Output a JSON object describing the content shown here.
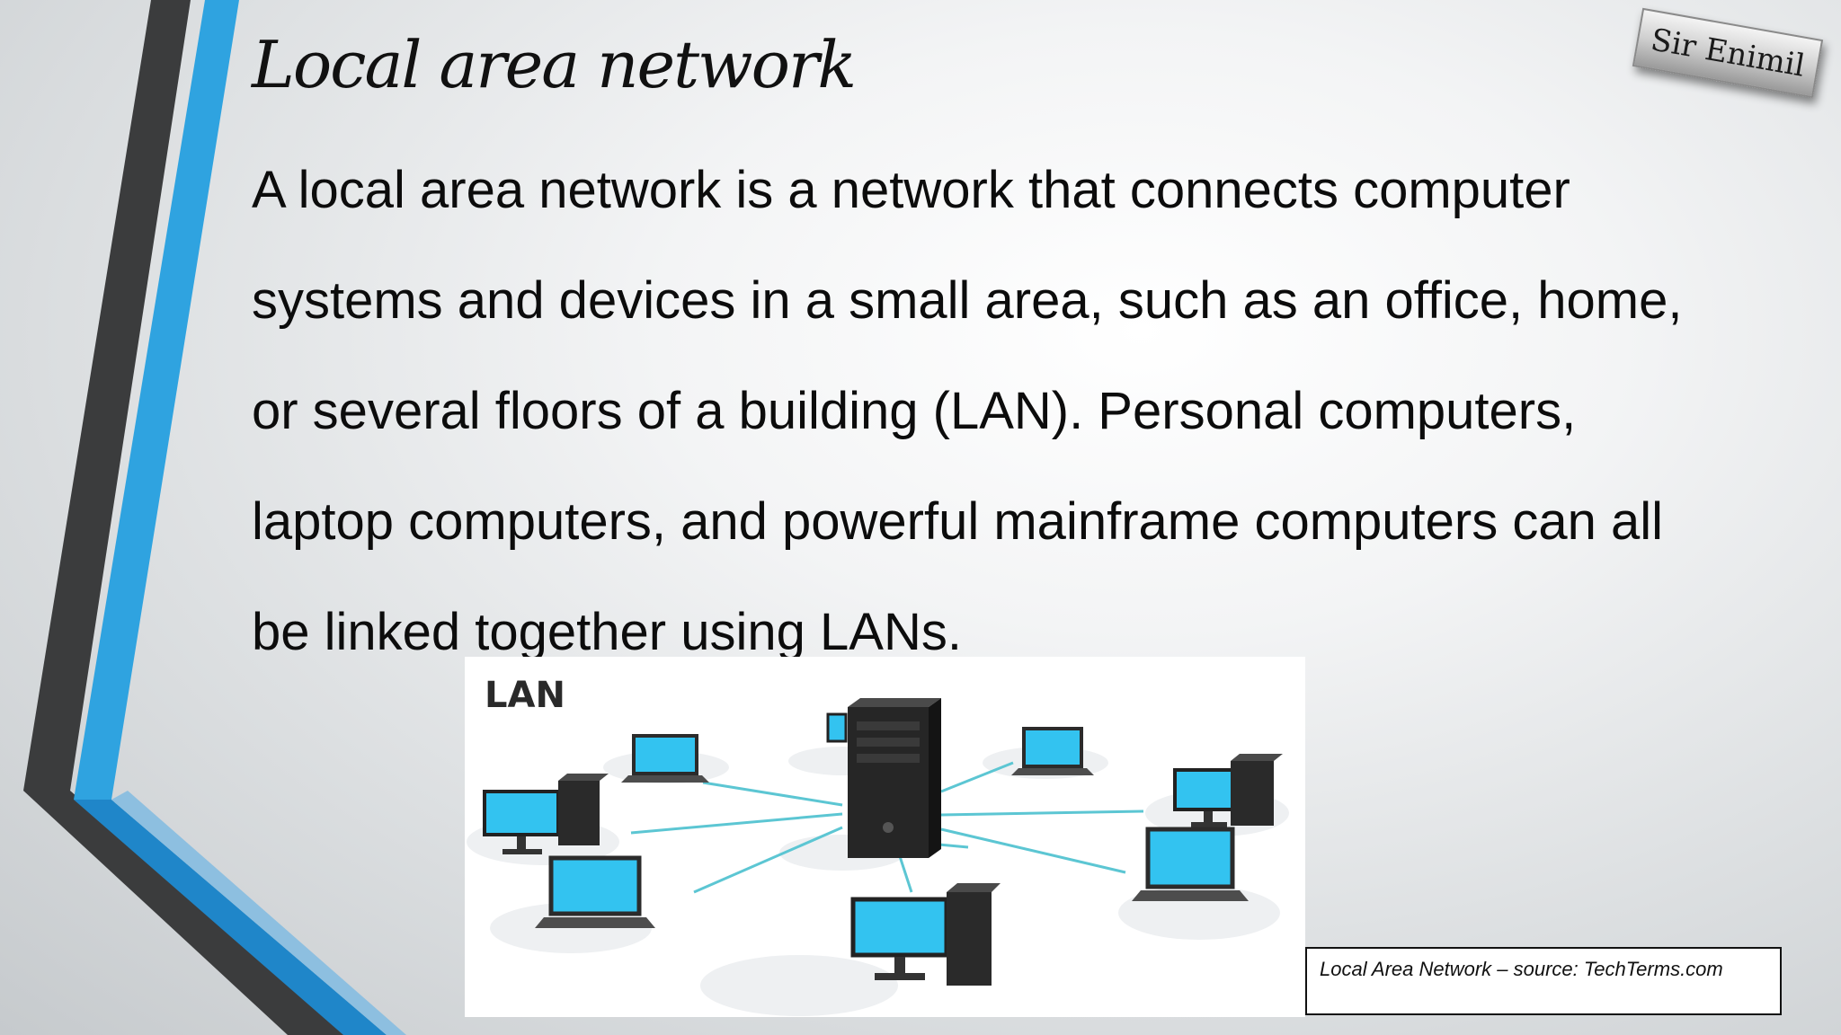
{
  "slide": {
    "title": "Local area network",
    "body": "A local area network is a network that connects computer systems and devices in a small area, such as an office, home, or several floors of a building (LAN). Personal computers, laptop computers, and powerful mainframe computers can all be linked together using LANs."
  },
  "stamp": {
    "text": "Sir Enimil"
  },
  "figure": {
    "label": "LAN",
    "caption": "Local Area Network – source: TechTerms.com",
    "screen_color": "#33c3f0",
    "cable_color": "#5cc6d3"
  },
  "colors": {
    "accent_blue": "#2fa3e0",
    "dark_stripe": "#3c3c3c"
  }
}
